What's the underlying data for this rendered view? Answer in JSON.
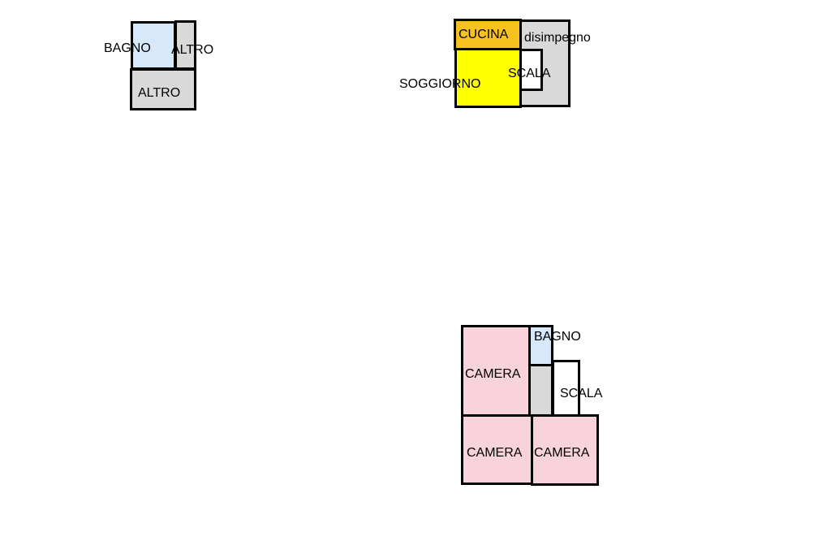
{
  "colors": {
    "bathroom": "#d6e8fa",
    "other": "#d9d9d9",
    "kitchen": "#f7c21f",
    "living": "#ffff00",
    "bedroom": "#f8d3db",
    "stair": "#ffffff",
    "outline": "#000000"
  },
  "plan_1": {
    "bagno": "BAGNO",
    "altro_small": "ALTRO",
    "altro_large": "ALTRO"
  },
  "plan_2": {
    "cucina": "CUCINA",
    "disimpegno": "disimpegno",
    "soggiorno": "SOGGIORNO",
    "scala": "SCALA"
  },
  "plan_3": {
    "camera_top": "CAMERA",
    "bagno": "BAGNO",
    "scala": "SCALA",
    "camera_bottom_left": "CAMERA",
    "camera_bottom_right": "CAMERA"
  }
}
